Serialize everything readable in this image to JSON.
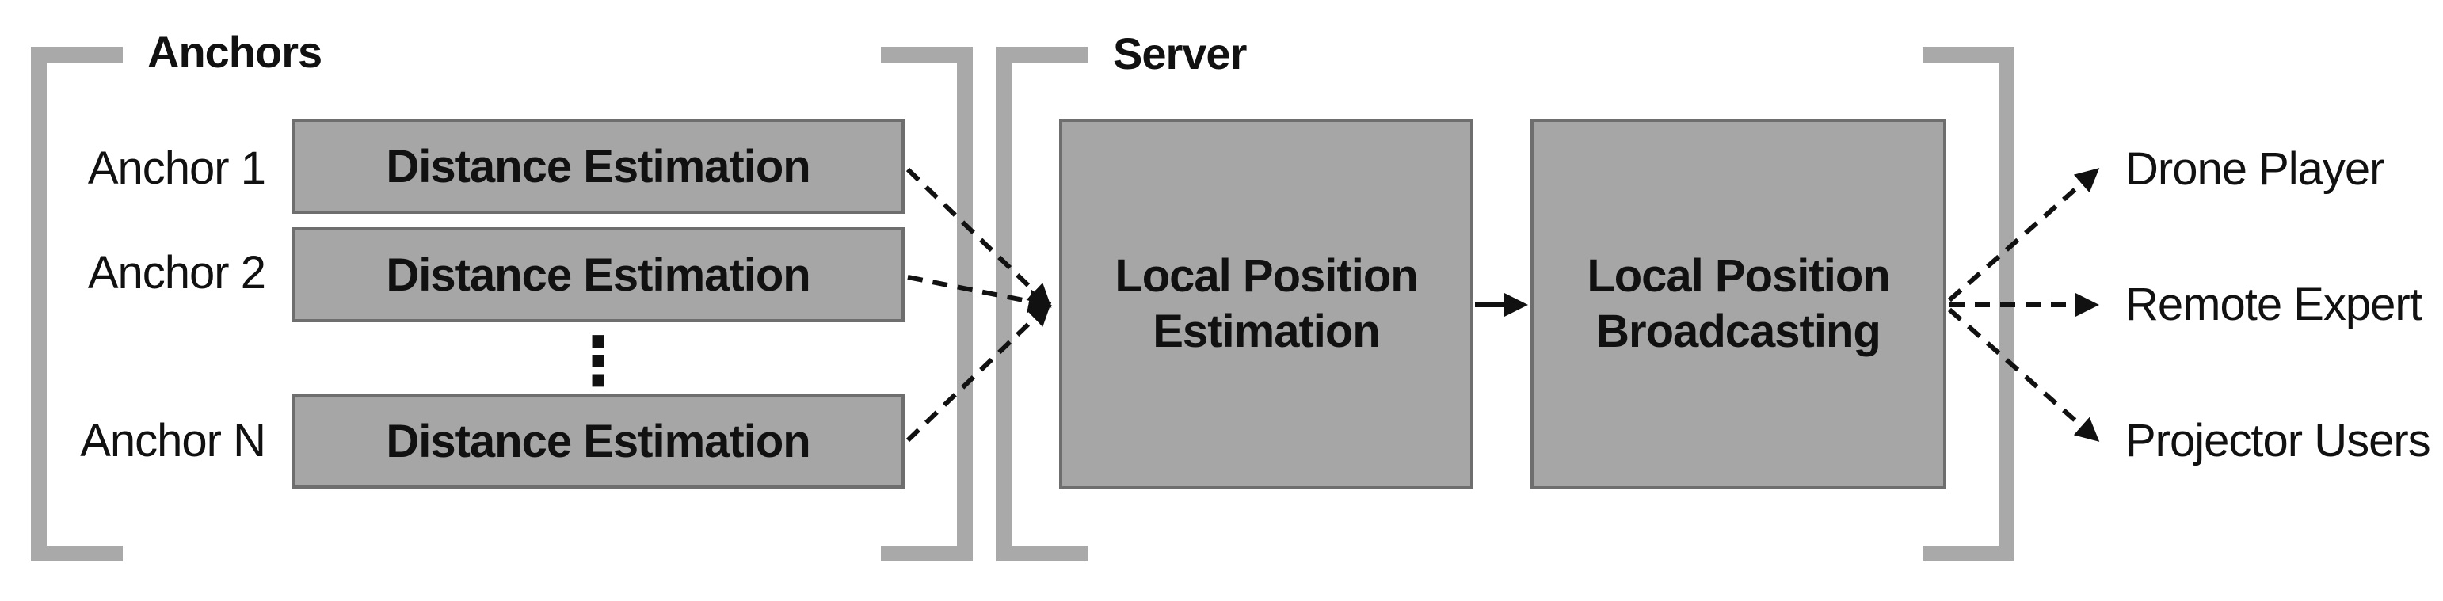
{
  "anchors_group": {
    "title": "Anchors",
    "rows": [
      {
        "label": "Anchor 1",
        "box_label": "Distance Estimation"
      },
      {
        "label": "Anchor 2",
        "box_label": "Distance Estimation"
      },
      {
        "label": "Anchor N",
        "box_label": "Distance Estimation"
      }
    ],
    "ellipsis": "⋮"
  },
  "server_group": {
    "title": "Server",
    "boxes": [
      {
        "line1": "Local Position",
        "line2": "Estimation"
      },
      {
        "line1": "Local Position",
        "line2": "Broadcasting"
      }
    ]
  },
  "outputs": {
    "items": [
      "Drone Player",
      "Remote Expert",
      "Projector Users"
    ]
  },
  "colors": {
    "background": "#ffffff",
    "bracket_gray": "#a9a9a9",
    "box_fill": "#a6a6a6",
    "box_border": "#6e6e6e",
    "text": "#111111",
    "arrow": "#111111"
  }
}
